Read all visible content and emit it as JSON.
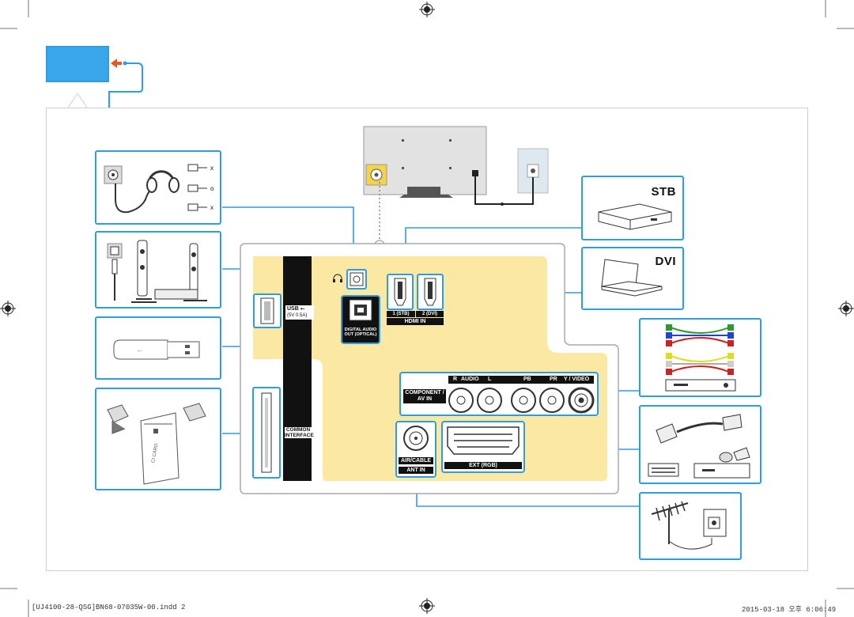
{
  "colors": {
    "accent": "#2f9be0",
    "panel_yellow": "#fbe9a3",
    "cable": "#2f9be0",
    "arrow_orange": "#e8591b"
  },
  "devices": {
    "stb_label": "STB",
    "dvi_label": "DVI"
  },
  "headphone_legend": [
    "x",
    "o",
    "x"
  ],
  "panel": {
    "usb_label": "USB",
    "usb_spec": "(5V 0.5A)",
    "digital_audio_out": "DIGITAL AUDIO OUT (OPTICAL)",
    "hdmi_port1": "1 (STB)",
    "hdmi_port2": "2 (DVI)",
    "hdmi_in": "HDMI IN",
    "audio_r": "R",
    "audio_label": "AUDIO",
    "audio_l": "L",
    "pb": "PB",
    "pr": "PR",
    "y_video": "Y / VIDEO",
    "component_av_in": "COMPONENT / AV IN",
    "common_interface": "COMMON INTERFACE",
    "air_cable": "AIR/CABLE",
    "ant_in": "ANT IN",
    "ext_rgb": "EXT (RGB)"
  },
  "ci_card_text": "CI CARD",
  "footer": {
    "file": "[UJ4100-28-QSG]BN68-07035W-00.indd   2",
    "datetime": "2015-03-18   오후 6:06:49"
  }
}
